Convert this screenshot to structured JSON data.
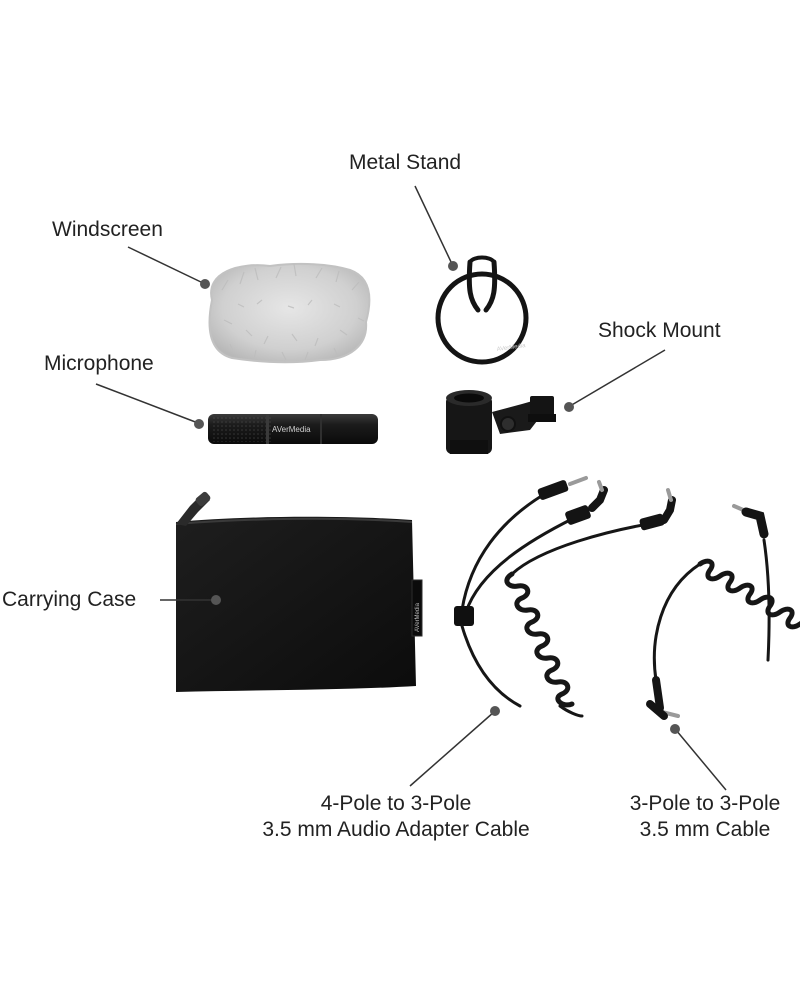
{
  "labels": {
    "metal_stand": "Metal Stand",
    "windscreen": "Windscreen",
    "shock_mount": "Shock Mount",
    "microphone": "Microphone",
    "carrying_case": "Carrying Case",
    "adapter_cable_line1": "4-Pole to 3-Pole",
    "adapter_cable_line2": "3.5 mm Audio Adapter Cable",
    "cable_line1": "3-Pole to 3-Pole",
    "cable_line2": "3.5 mm Cable"
  },
  "brand_marks": {
    "microphone": "AVerMedia",
    "metal_stand": "AVerMedia",
    "carrying_case": "AVerMedia"
  },
  "colors": {
    "text": "#222222",
    "leader_line": "#333333",
    "dot": "#555555",
    "product_black": "#141414",
    "windscreen_fur": "#d4d4d4"
  }
}
